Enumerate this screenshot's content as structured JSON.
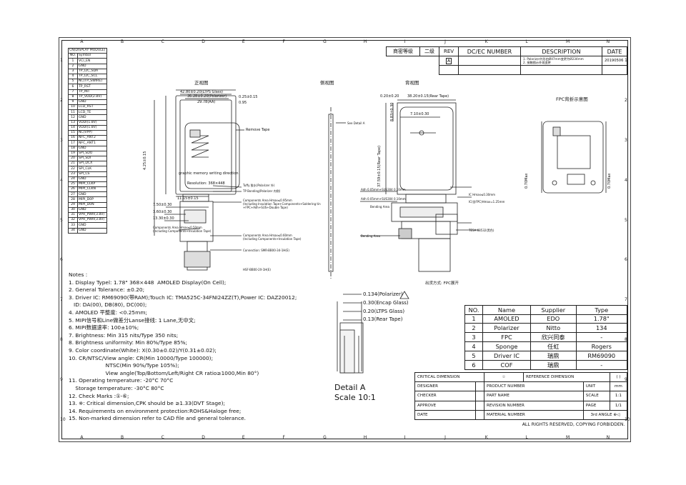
{
  "frame": {
    "col_letters": [
      "A",
      "B",
      "C",
      "D",
      "E",
      "F",
      "G",
      "H",
      "I",
      "J",
      "K",
      "L",
      "M",
      "N"
    ],
    "row_numbers": [
      "1",
      "2",
      "3",
      "4",
      "5",
      "6",
      "7",
      "8",
      "9",
      "10"
    ]
  },
  "pin_table": {
    "header": "CN(DISPLAY MODULE)",
    "col_headers": [
      "NO.",
      "Symbol"
    ],
    "rows": [
      [
        "1",
        "VCI_EN"
      ],
      [
        "2",
        "GND"
      ],
      [
        "3",
        "TP_I2C_SDA"
      ],
      [
        "4",
        "TP_I2C_SCL"
      ],
      [
        "5",
        "NC(TP_SWIRE)"
      ],
      [
        "6",
        "TP_RST"
      ],
      [
        "7",
        "TP_INT"
      ],
      [
        "8",
        "TP_VDD(2.8V)"
      ],
      [
        "9",
        "GND"
      ],
      [
        "10",
        "LCD_RST"
      ],
      [
        "11",
        "LCD_TE"
      ],
      [
        "12",
        "GND"
      ],
      [
        "13",
        "VDDI(1.8V)"
      ],
      [
        "14",
        "VDDI(1.8V)"
      ],
      [
        "15",
        "NC(VPP)"
      ],
      [
        "16",
        "NFC_ANT2"
      ],
      [
        "17",
        "NFC_ANT1"
      ],
      [
        "18",
        "GND"
      ],
      [
        "19",
        "SPI_SDO"
      ],
      [
        "20",
        "SPI_SDI"
      ],
      [
        "21",
        "SPI_DCX"
      ],
      [
        "22",
        "SPI_CLK"
      ],
      [
        "23",
        "SPI_CS"
      ],
      [
        "24",
        "GND"
      ],
      [
        "25",
        "MIPI_CLKP"
      ],
      [
        "26",
        "MIPI_CLKN"
      ],
      [
        "27",
        "GND"
      ],
      [
        "28",
        "MIPI_D0P"
      ],
      [
        "29",
        "MIPI_D0N"
      ],
      [
        "30",
        "GND"
      ],
      [
        "31",
        "VPH_PWR(3.8V)"
      ],
      [
        "32",
        "VPH_PWR(3.8V)"
      ],
      [
        "33",
        "GND"
      ],
      [
        "34",
        "GND"
      ]
    ]
  },
  "views": {
    "front_title": "正视图",
    "side_title": "侧视图",
    "rear_title": "背视图",
    "fpc_title": "FPC背折示意图",
    "fpc_caption": "出货方式: FPC展开",
    "graphic_text": "graphic memory writing direction",
    "resolution": "Resolution: 368×448",
    "remove_tape": "Remove Tape",
    "see_detail": "See Detail A",
    "dims": {
      "d1": "42.80±0.20(LTPS Glass)",
      "d2": "36.28±0.20(Polarizer)",
      "d3": "29.78(AA)",
      "d4": "0.25±0.15",
      "d5": "0.95",
      "d6": "38.20±0.15(Rear Tape)",
      "d7": "0.20±0.20",
      "d8": "7.10±0.30",
      "d9": "4.25±0.15",
      "d10": "11.15±0.15",
      "d11": "7.50±0.30",
      "d12": "3.60±0.30",
      "d13": "13.30±0.30",
      "d14": "37.59±0.15(Rear Tape)",
      "d15": "8.83±0.30",
      "d16": "0.70Max",
      "d17": "0.70Max"
    },
    "callouts_front": [
      "Tuffy 胶水(Polarizer 外)",
      "TP Bonding(Polarizer 内侧)",
      "Components Area Hmax≤0.95mm",
      "(Including Insulation Tape+Components+Soldering tin",
      "+FPC+Adh+SUS+Double Tape)",
      "Components Area Hmax≤0.50mm",
      "(Including Components+Insulation Tape)",
      "Components Area Hmax≤0.60mm",
      "(Including Components+Insulation Tape)",
      "Connection: SMR-BB00-34-1H(E)",
      "HSF-BB00-2X-1H(E)"
    ],
    "callouts_rear": [
      "Adh 0.05mm+SUS304 0.10mm",
      "Adh 0.05mm+SUS304 0.10mm",
      "Bending Area",
      "IC Hmax≤0.30mm",
      "IC(含FPC)Hmax=1.25mm",
      "TESA 68532(黑色)",
      "Bending Area"
    ]
  },
  "notes": {
    "heading": "Notes :",
    "lines": [
      "1. Display Typel: 1.78\" 368×448  AMOLED Display(On Cell);",
      "2. General Tolerance: ±0.20;",
      "3. Driver IC: RM69090(带RAM);Touch IC: TMA525C-34FNI24ZZ(T),Power IC: DAZ20012;",
      "   ID: DA(00), DB(80), DC(00);",
      "4. AMOLED 平整度: <0.25mm;",
      "5. MIPI信号和Line做差分Lanse接线: 1 Lane,无中文;",
      "6. MIPI数据速率: 100±10%;",
      "7. Brightness: Min 315 nits/Type 350 nits;",
      "8. Brightness uniformity: Min 80%/Type 85%;",
      "9. Color coordinate(White): X(0.30±0.02)/Y(0.31±0.02);",
      "10. CR/NTSC/View angle: CR(Min 10000/Type 100000);",
      "                      NTSC(Min 90%/Type 105%);",
      "                      View angle(Top/Bottom/Left/Right CR ratio≥1000,Min 80°)",
      "11. Operating temperature: -20°C 70°C",
      "    Storage temperature: -30°C 80°C",
      "12. Check Marks :①-⑥;",
      "13. ※: Critical dimension,CPK should be ≥1.33(DVT Stage);",
      "14. Requirements on environment protection:ROHS&Haloge free;",
      "15. Non-marked dimension refer to CAD file and general tolerance."
    ]
  },
  "detail": {
    "layers": [
      "0.134(Polarizer)",
      "0.30(Encap Glass)",
      "0.20(LTPS Glass)",
      "0.13(Rear Tape)"
    ],
    "label": "Detail A",
    "scale": "Scale 10:1"
  },
  "revision": {
    "secrecy": "商密等级",
    "level": "二级",
    "headers": [
      "REV",
      "DC/EC NUMBER",
      "DESCRIPTION",
      "DATE"
    ],
    "rev_mark": "A",
    "desc1": "1. Polarizer外形由Ø47mm变更为Ø234mm",
    "desc2": "2. 接触图示外观变更",
    "date": "20190506"
  },
  "materials": {
    "headers": [
      "NO.",
      "Name",
      "Supplier",
      "Type"
    ],
    "rows": [
      [
        "1",
        "AMOLED",
        "EDO",
        "1.78\""
      ],
      [
        "2",
        "Polarizer",
        "Nitto",
        "134"
      ],
      [
        "3",
        "FPC",
        "欣兴同泰",
        "-"
      ],
      [
        "4",
        "Sponge",
        "任虹",
        "Rogers"
      ],
      [
        "5",
        "Driver IC",
        "瑞鼎",
        "RM69090"
      ],
      [
        "6",
        "COF",
        "瑞鼎",
        "-"
      ]
    ]
  },
  "title_block": {
    "critical": "CRITICAL DIMENSION",
    "reference": "REFERENCE DIMENSION",
    "ref_mark": "( )",
    "designer": "DESIGNER",
    "checker": "CHECKER",
    "approve": "APPROVE",
    "date": "DATE",
    "product_number": "PRODUCT NUMBER",
    "part_name": "PART NAME",
    "revision_number": "REVISION NUMBER",
    "material_number": "MATERIAL NUMBER",
    "unit": "UNIT",
    "unit_val": "mm",
    "scale": "SCALE",
    "scale_val": "1:1",
    "page": "PAGE",
    "page_val": "1/1",
    "angle": "3rd ANGLE",
    "rights": "ALL RIGHTS RESERVED, COPYING FORBIDDEN."
  }
}
